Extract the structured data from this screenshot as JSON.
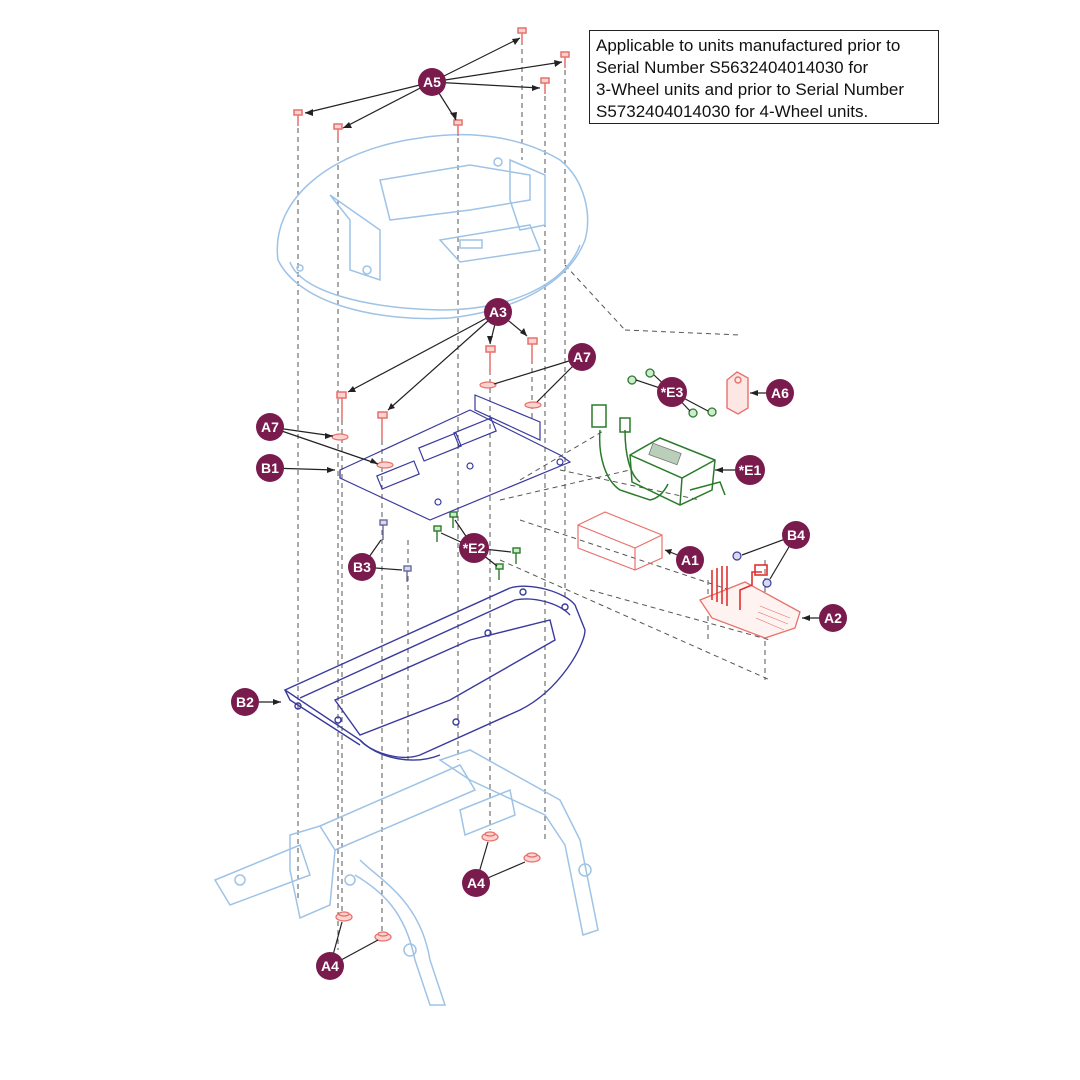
{
  "note": {
    "lines": [
      "Applicable to units manufactured prior to",
      "Serial Number S5632404014030 for",
      "3-Wheel units and prior to Serial Number",
      "S5732404014030 for 4-Wheel units."
    ]
  },
  "callouts": {
    "a5": "A5",
    "a3": "A3",
    "a7_right": "A7",
    "a7_left": "A7",
    "b1": "B1",
    "b3": "B3",
    "e2": "*E2",
    "e3": "*E3",
    "e1": "*E1",
    "a6": "A6",
    "a1": "A1",
    "b4": "B4",
    "a2": "A2",
    "b2": "B2",
    "a4_mid": "A4",
    "a4_bottom": "A4"
  },
  "colors": {
    "callout_fill": "#7a1b4e",
    "cover_stroke": "#9ec3e6",
    "screw_color": "#e8716b",
    "tray_stroke": "#3a3a9e",
    "frame_stroke": "#9ec3e6",
    "charger_stroke": "#2b7a2b",
    "battery_stroke": "#e8716b",
    "harness_stroke": "#e03030",
    "bracket_stroke": "#3a3a9e"
  }
}
